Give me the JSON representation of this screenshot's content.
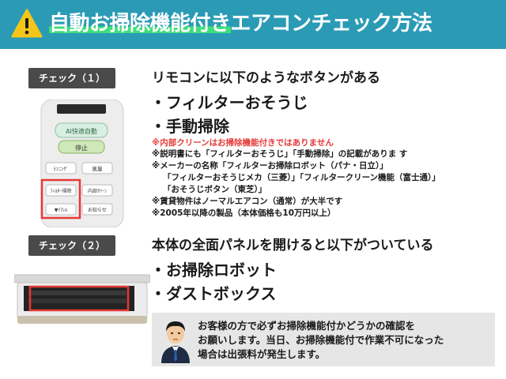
{
  "header": {
    "title_highlight": "自動お掃除機能付き",
    "title_rest": "エアコンチェック方法"
  },
  "check1": {
    "badge": "チェック（１）",
    "heading": "リモコンに以下のようなボタンがある",
    "items": [
      "・フィルターおそうじ",
      "・手動掃除"
    ],
    "notes": [
      {
        "text": "※内部クリーンはお掃除機能付きではありません",
        "color": "red"
      },
      {
        "text": "※説明書にも「フィルターおそうじ」「手動掃除」の記載がありま す",
        "color": "black"
      },
      {
        "text": "※メーカーの名称「フィルターお掃除ロボット（パナ・日立）」",
        "color": "black"
      },
      {
        "text": "「フィルターおそうじメカ（三菱）」「フィルタークリーン機能（富士通）」",
        "color": "black"
      },
      {
        "text": "「おそうじボタン（東芝）」",
        "color": "black"
      },
      {
        "text": "※賃貸物件はノーマルエアコン（通常）が大半です",
        "color": "black"
      },
      {
        "text": "※2005年以降の製品（本体価格も10万円以上）",
        "color": "black"
      }
    ],
    "remote_labels": {
      "ai": "AI快適自動",
      "stop": "停止",
      "b1": "ﾗﾝﾆﾝｸﾞ",
      "b2": "風量",
      "b3": "ﾌｨﾙﾀｰ掃除",
      "b4": "内部ｸﾘｰﾝ",
      "b5": "▼ﾘﾌﾚﾙ",
      "b6": "お知らせ"
    }
  },
  "check2": {
    "badge": "チェック（２）",
    "heading": "本体の全面パネルを開けると以下がついている",
    "items": [
      "・お掃除ロボット",
      "・ダストボックス"
    ]
  },
  "info": {
    "lines": [
      "お客様の方で必ずお掃除機能付かどうかの確認を",
      "お願いします。当日、お掃除機能付で作業不可になった",
      "場合は出張料が発生します。"
    ]
  },
  "colors": {
    "header_bg": "#2b9bb5",
    "highlight": "#3fe07a",
    "note_red": "#e53935",
    "badge_bg": "#4a4a4a",
    "info_bg": "#e6e6e6"
  }
}
